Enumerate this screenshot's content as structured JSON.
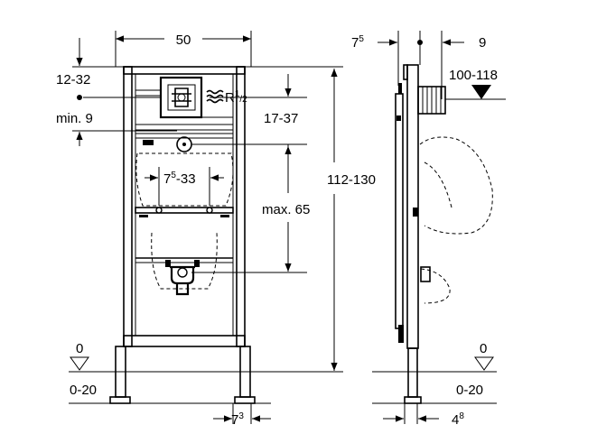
{
  "labels": {
    "width_top": "50",
    "top_range": "12-32",
    "min_offset": "min. 9",
    "thread": "R",
    "thread_num": "1",
    "thread_den": "/2",
    "outlet_height": "17-37",
    "sensor_range_base": "7",
    "sensor_range_sup": "5",
    "sensor_range_tail": "-33",
    "max_height": "max. 65",
    "total_height": "112-130",
    "side_left_base": "7",
    "side_left_sup": "5",
    "side_right": "9",
    "spreader": "100-118",
    "floor_left": "0",
    "floor_right": "0",
    "adjust_left": "0-20",
    "adjust_right": "0-20",
    "foot_base": "7",
    "foot_sup": "3",
    "side_foot_base": "4",
    "side_foot_sup": "8"
  }
}
